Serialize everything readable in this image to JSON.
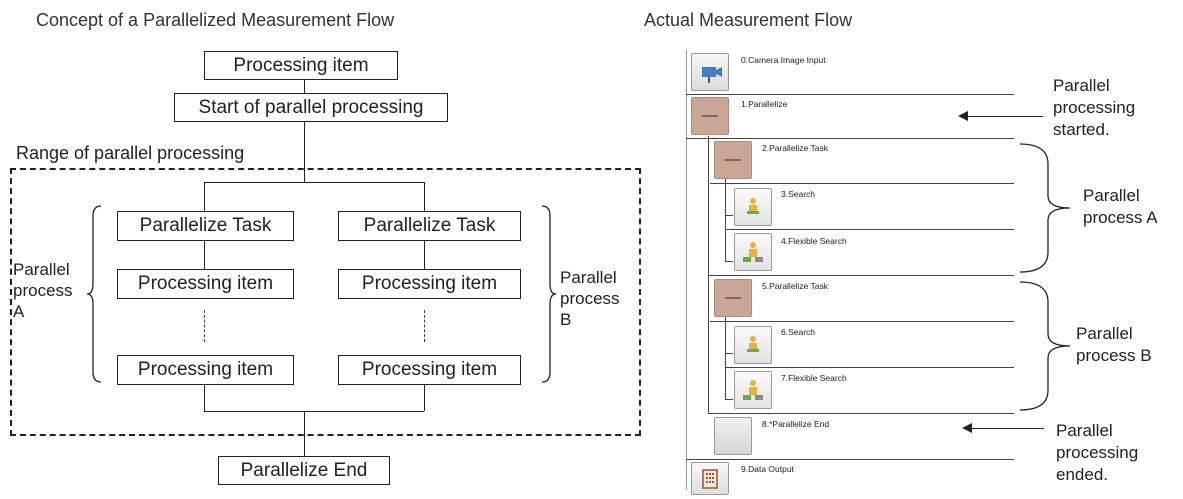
{
  "concept": {
    "title": "Concept of a Parallelized Measurement Flow",
    "top_item": "Processing item",
    "start_parallel": "Start of parallel processing",
    "range_label": "Range of parallel processing",
    "task_a": "Parallelize Task",
    "task_b": "Parallelize Task",
    "item_a1": "Processing item",
    "item_b1": "Processing item",
    "dots_a": "⋮",
    "dots_b": "⋮",
    "item_a2": "Processing item",
    "item_b2": "Processing item",
    "end": "Parallelize End",
    "process_a": [
      "Parallel",
      "process",
      "A"
    ],
    "process_b": [
      "Parallel",
      "process",
      "B"
    ]
  },
  "actual": {
    "title": "Actual Measurement Flow",
    "rows": [
      {
        "label": "0.Camera Image Input",
        "icon": "camera-icon"
      },
      {
        "label": "1.Parallelize",
        "icon": "parallelize-icon"
      },
      {
        "label": "2.Parallelize Task",
        "icon": "parallelize-task-icon"
      },
      {
        "label": "3.Search",
        "icon": "search-icon"
      },
      {
        "label": "4.Flexible Search",
        "icon": "flexible-search-icon"
      },
      {
        "label": "5.Parallelize Task",
        "icon": "parallelize-task-icon"
      },
      {
        "label": "6.Search",
        "icon": "search-icon"
      },
      {
        "label": "7.Flexible Search",
        "icon": "flexible-search-icon"
      },
      {
        "label": "8.*Parallelize End",
        "icon": "parallelize-end-icon"
      },
      {
        "label": "9.Data Output",
        "icon": "data-output-icon"
      }
    ],
    "started_note": [
      "Parallel",
      "processing",
      "started."
    ],
    "process_a_note": [
      "Parallel",
      "process A"
    ],
    "process_b_note": [
      "Parallel",
      "process B"
    ],
    "ended_note": [
      "Parallel",
      "processing",
      "ended."
    ]
  }
}
